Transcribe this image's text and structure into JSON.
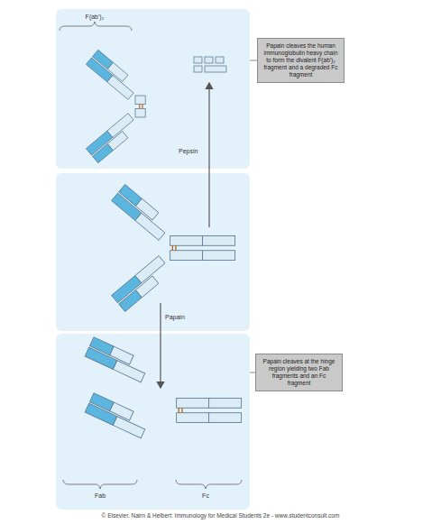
{
  "diagram": {
    "caption": "© Elsevier. Nairn & Helbert: Immunology for Medical Students 2e - www.studentconsult.com",
    "nodes": [
      {
        "text": [
          "Papain cleaves the human immunoglobulin heavy chain to form the divalent F(ab')₂ fragment and a degraded Fc fragment"
        ]
      },
      {
        "text": [
          "Papain cleaves at the hinge region yielding two Fab fragments and an Fc fragment"
        ]
      }
    ],
    "labels": [
      "F(ab')₂",
      "Pepsin",
      "Papain",
      "Fab",
      "Fc"
    ]
  }
}
